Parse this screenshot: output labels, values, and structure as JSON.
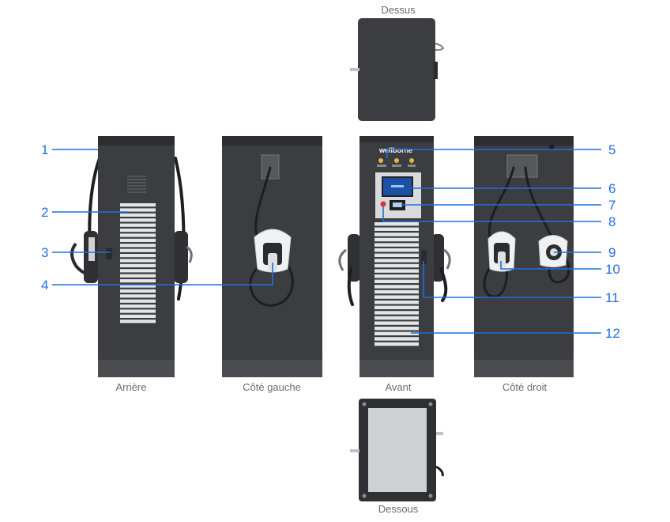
{
  "labels": {
    "top": "Dessus",
    "bottom": "Dessous",
    "rear": "Arrière",
    "left_side": "Côté gauche",
    "front": "Avant",
    "right_side": "Côté droit",
    "brand": "wellborne"
  },
  "callouts": [
    "1",
    "2",
    "3",
    "4",
    "5",
    "6",
    "7",
    "8",
    "9",
    "10",
    "11",
    "12"
  ],
  "colors": {
    "callout": "#1f6fe0",
    "body": "#3b3d40",
    "label": "#6b6b6b"
  }
}
